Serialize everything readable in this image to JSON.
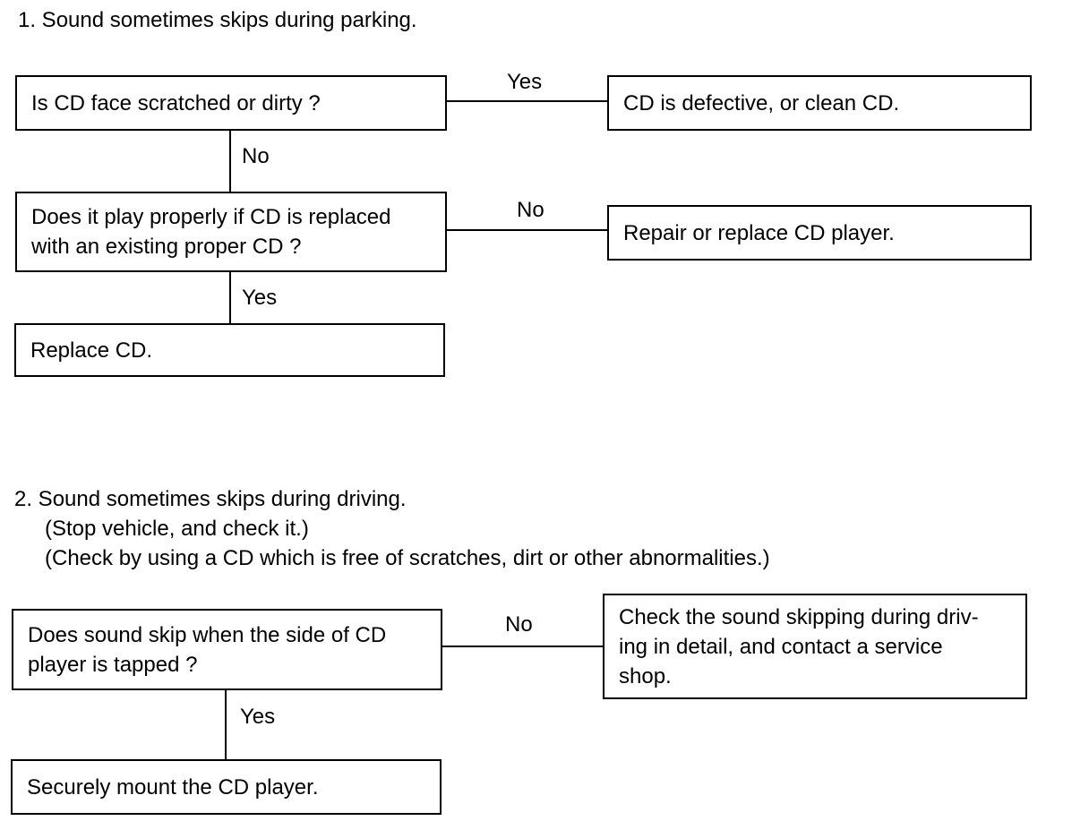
{
  "section1": {
    "heading": "1. Sound sometimes skips during parking.",
    "q1": "Is CD face scratched or dirty ?",
    "q1_yes_label": "Yes",
    "q1_yes_result": "CD is defective, or clean CD.",
    "q1_no_label": "No",
    "q2_line1": "Does it play properly if CD is replaced",
    "q2_line2": "with an existing proper CD ?",
    "q2_no_label": "No",
    "q2_no_result": "Repair or replace CD player.",
    "q2_yes_label": "Yes",
    "q2_yes_result": "Replace CD."
  },
  "section2": {
    "heading": "2. Sound sometimes skips during driving.",
    "note1": "(Stop vehicle, and check it.)",
    "note2": "(Check by using a CD which is free of scratches, dirt or other abnormalities.)",
    "q1_line1": "Does sound skip when the side of CD",
    "q1_line2": "player is tapped ?",
    "q1_no_label": "No",
    "no_result_line1": "Check the sound skipping during driv-",
    "no_result_line2": "ing in detail, and contact a service",
    "no_result_line3": "shop.",
    "q1_yes_label": "Yes",
    "q1_yes_result": "Securely mount the CD player."
  }
}
